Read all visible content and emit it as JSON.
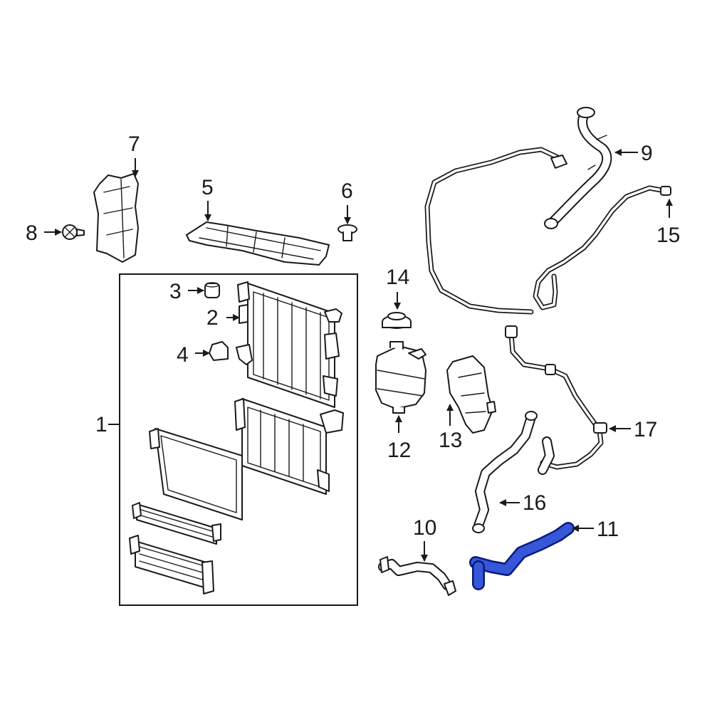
{
  "colors": {
    "line": "#1a1a1a",
    "background": "#ffffff",
    "highlight": "#3557d8",
    "highlight_outline": "#0a1a7a"
  },
  "highlighted_part": "11",
  "callouts": {
    "c1": "1",
    "c2": "2",
    "c3": "3",
    "c4": "4",
    "c5": "5",
    "c6": "6",
    "c7": "7",
    "c8": "8",
    "c9": "9",
    "c10": "10",
    "c11": "11",
    "c12": "12",
    "c13": "13",
    "c14": "14",
    "c15": "15",
    "c16": "16",
    "c17": "17"
  }
}
